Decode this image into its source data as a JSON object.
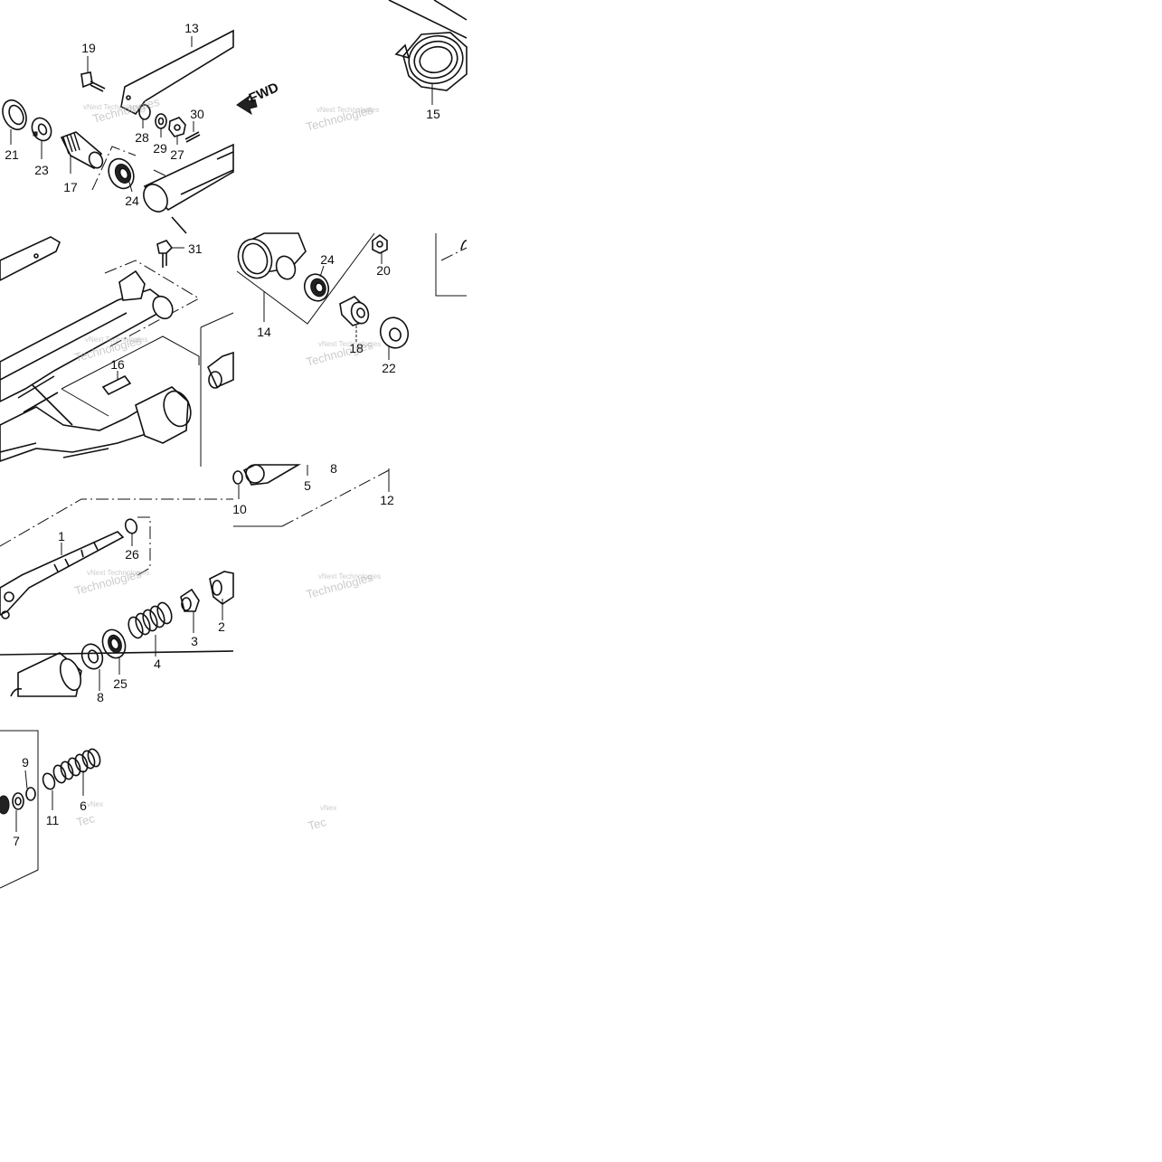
{
  "diagram": {
    "fwd_label": "FWD",
    "watermark_line1": "vNext Technologies",
    "watermark_line2": "Technologies",
    "watermark_line1_short": "vNex",
    "watermark_line2_short": "Tec"
  },
  "callouts": {
    "c1": "1",
    "c2": "2",
    "c3": "3",
    "c4": "4",
    "c5": "5",
    "c6": "6",
    "c7": "7",
    "c8a": "8",
    "c8b": "8",
    "c9": "9",
    "c10": "10",
    "c11": "11",
    "c12": "12",
    "c13": "13",
    "c14": "14",
    "c15": "15",
    "c16": "16",
    "c17": "17",
    "c18": "18",
    "c19": "19",
    "c20": "20",
    "c21": "21",
    "c22": "22",
    "c23": "23",
    "c24a": "24",
    "c24b": "24",
    "c25": "25",
    "c26": "26",
    "c27": "27",
    "c28": "28",
    "c29": "29",
    "c30": "30",
    "c31": "31"
  }
}
